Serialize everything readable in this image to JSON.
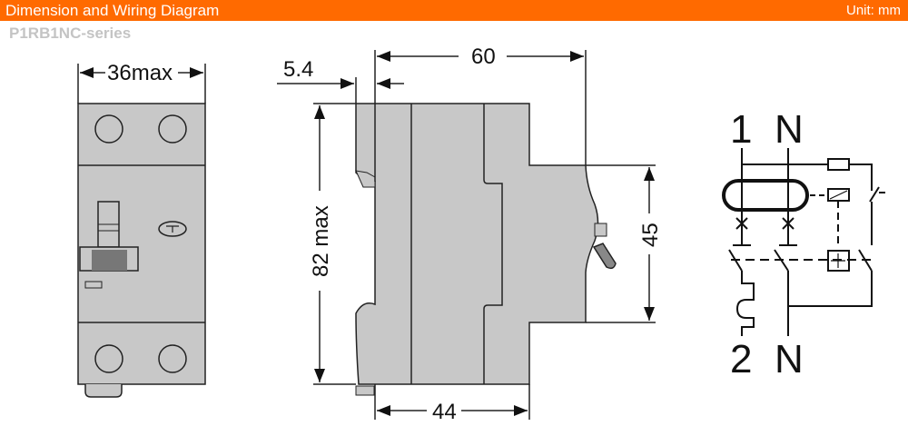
{
  "header": {
    "title": "Dimension and Wiring Diagram",
    "unit": "Unit: mm",
    "color": "#ff6a00"
  },
  "series": "P1RB1NC-series",
  "dimensions": {
    "front_width": "36max",
    "depth": "60",
    "offset": "5.4",
    "height": "82 max",
    "front_face": "45",
    "base_depth": "44"
  },
  "wiring": {
    "top_left": "1",
    "top_right": "N",
    "bottom_left": "2",
    "bottom_right": "N"
  },
  "colors": {
    "body": "#c8c8c8",
    "line": "#111111"
  }
}
